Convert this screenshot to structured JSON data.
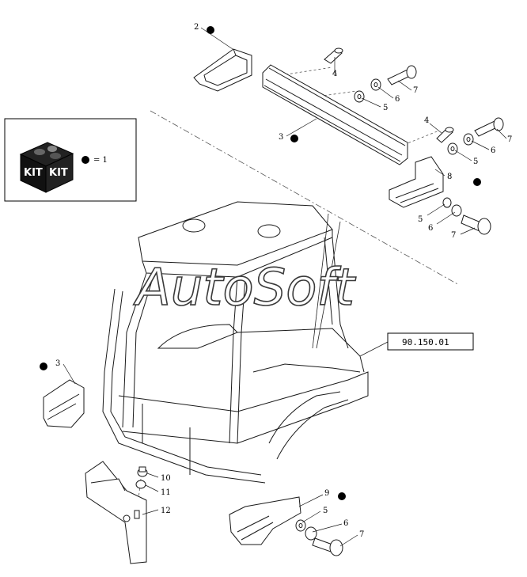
{
  "kit_legend": {
    "box_label_left": "KIT",
    "box_label_right": "KIT",
    "equals_text": "= 1"
  },
  "reference_box": {
    "text": "90.150.01"
  },
  "watermark": {
    "text": "AutoSoft"
  },
  "callouts": {
    "c1": "2",
    "c2": "4",
    "c3": "7",
    "c4": "5",
    "c5": "6",
    "c6": "3",
    "c7": "4",
    "c8": "7",
    "c9": "6",
    "c10": "5",
    "c11": "8",
    "c12": "5",
    "c13": "6",
    "c14": "7",
    "c15": "3",
    "c16": "10",
    "c17": "11",
    "c18": "12",
    "c19": "9",
    "c20": "5",
    "c21": "6",
    "c22": "7"
  },
  "colors": {
    "line": "#1a1a1a",
    "dashed": "#555555",
    "dot": "#000000"
  }
}
